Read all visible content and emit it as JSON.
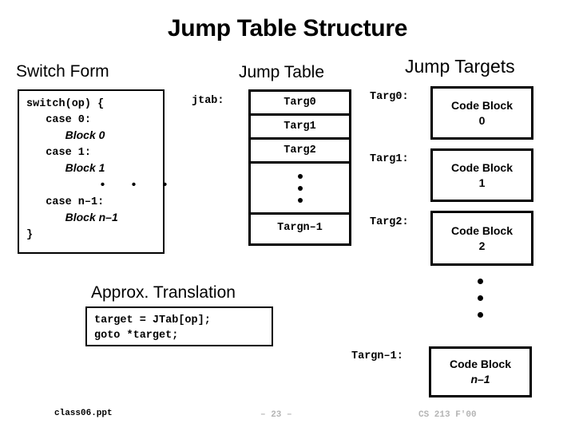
{
  "slide": {
    "title": "Jump Table Structure"
  },
  "sections": {
    "switch_form": {
      "heading": "Switch Form",
      "code_lines": [
        "switch(op) {",
        "   case 0:",
        "      Block 0",
        "   case 1:",
        "      Block 1",
        "       •  •  •",
        "   case n-1:",
        "      Block n-1",
        "}"
      ],
      "line1": "switch(op) {",
      "line2": "   case 0:",
      "line3_indent": "      ",
      "line3_block": "Block 0",
      "line4": "   case 1:",
      "line5_indent": "      ",
      "line5_block": "Block 1",
      "line6_dots": "       •  •  •",
      "line7": "   case n–1:",
      "line8_indent": "      ",
      "line8_block": "Block n–1",
      "line9": "}"
    },
    "jump_table": {
      "heading": "Jump Table",
      "label": "jtab:",
      "cells": [
        "Targ0",
        "Targ1",
        "Targ2",
        "•••",
        "Targn–1"
      ],
      "dots_count": 3
    },
    "jump_targets": {
      "heading": "Jump Targets",
      "entries": [
        {
          "label": "Targ0:",
          "block_title": "Code Block",
          "block_index": "0",
          "index_italic": false
        },
        {
          "label": "Targ1:",
          "block_title": "Code Block",
          "block_index": "1",
          "index_italic": false
        },
        {
          "label": "Targ2:",
          "block_title": "Code Block",
          "block_index": "2",
          "index_italic": false
        },
        {
          "label": "Targn–1:",
          "block_title": "Code Block",
          "block_index": "n–1",
          "index_italic": true
        }
      ],
      "dots_count": 3
    },
    "approx_translation": {
      "heading": "Approx. Translation",
      "line1": "target = JTab[op];",
      "line2": "goto *target;"
    }
  },
  "footer": {
    "left": "class06.ppt",
    "center": "– 23 –",
    "right": "CS 213 F'00",
    "muted_color": "#b4b4b4"
  }
}
